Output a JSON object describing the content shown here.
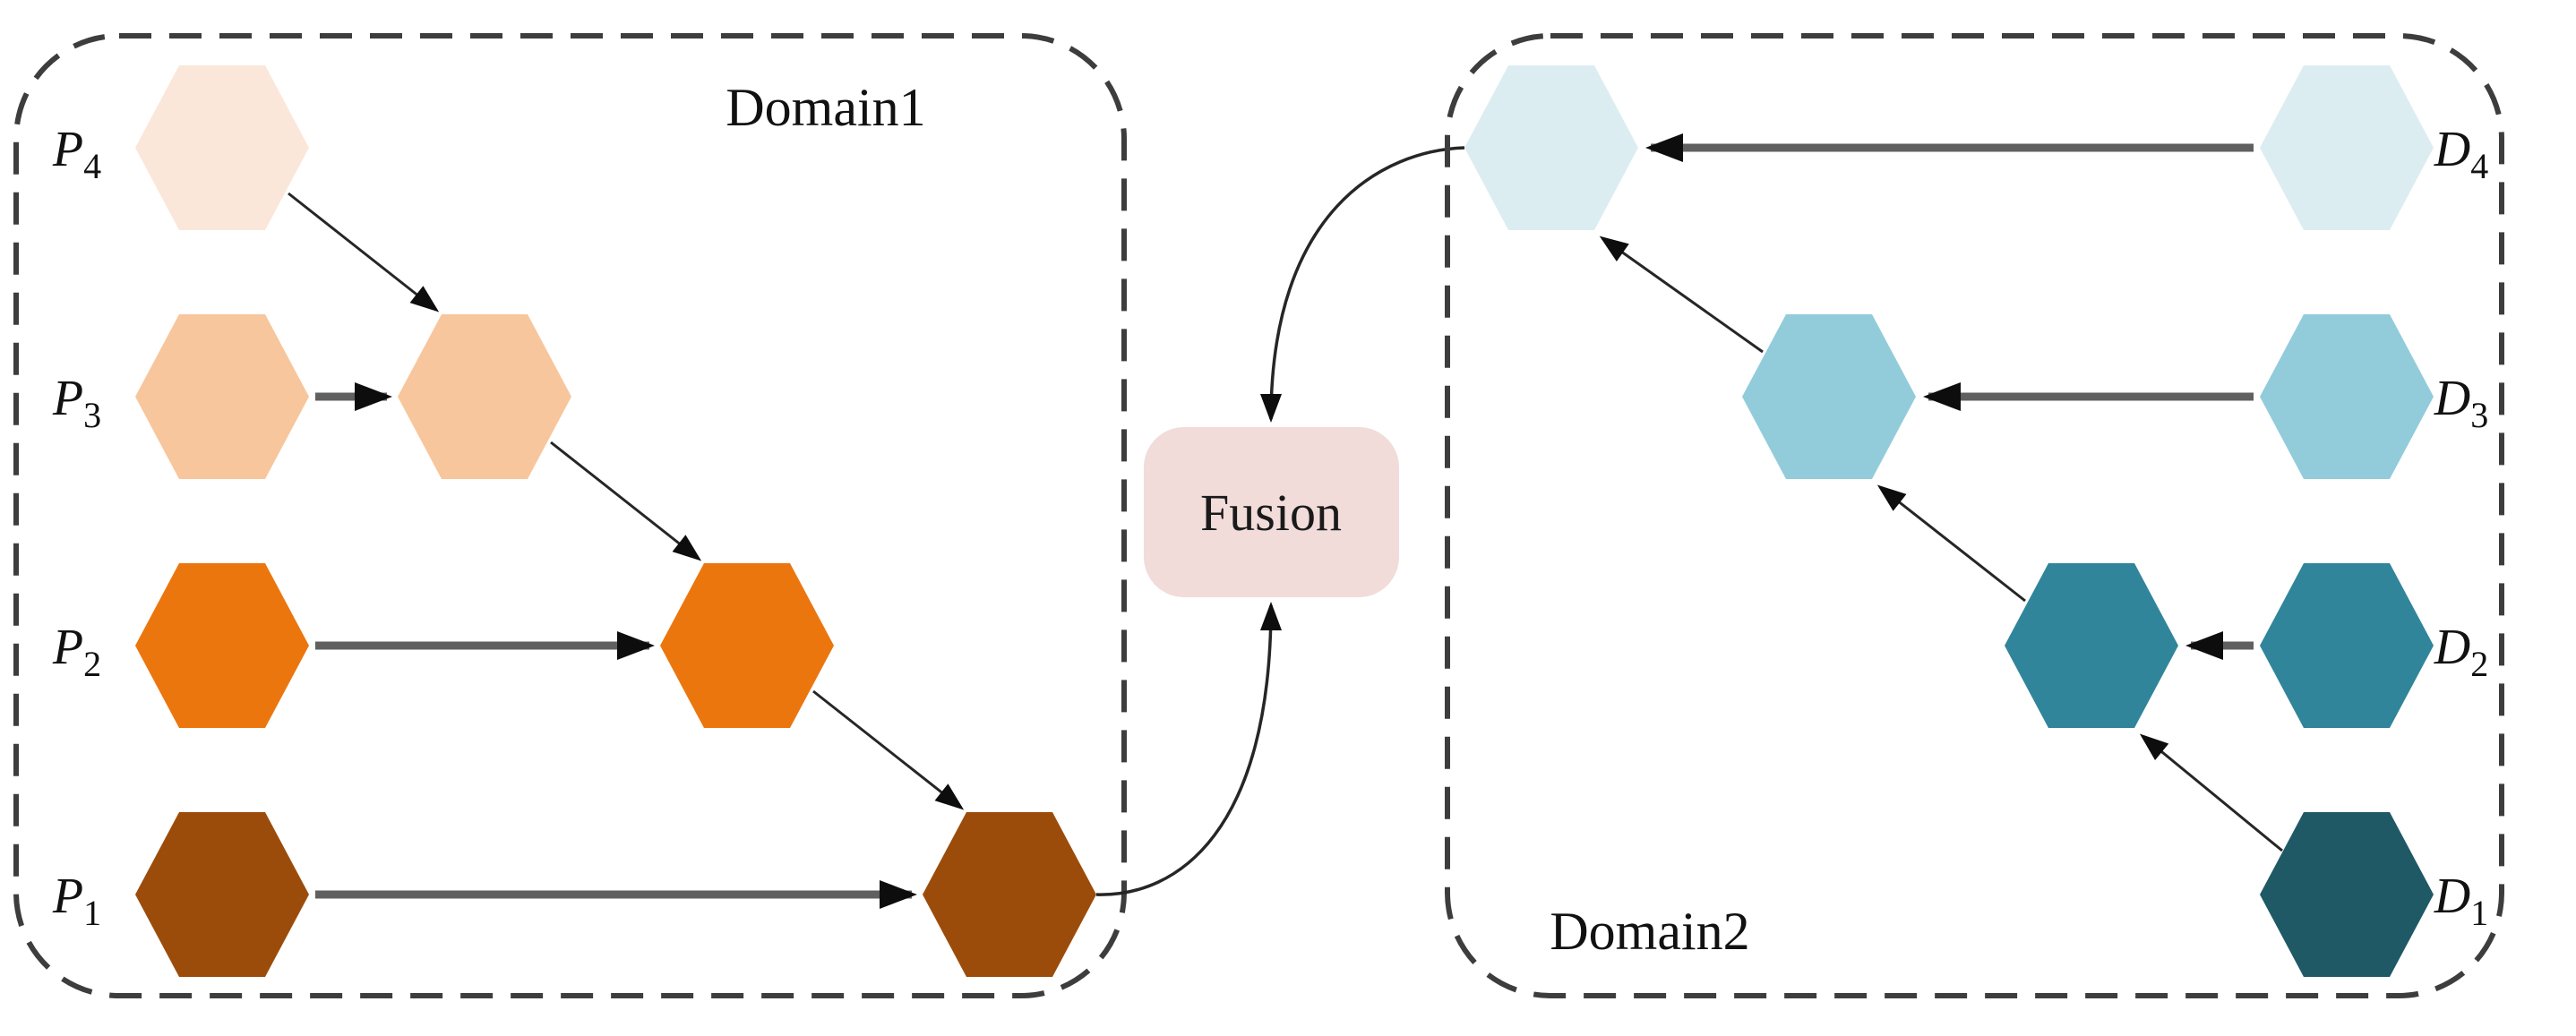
{
  "fusion": {
    "label": "Fusion",
    "color": "#f1dcda"
  },
  "style": {
    "border_color": "#3d3d3d",
    "arrow_color": "#262626",
    "shaft_color": "#606060"
  },
  "domain1": {
    "title": "Domain1",
    "rows": [
      {
        "letter": "P",
        "sub": "4",
        "color": "#fbe7d9"
      },
      {
        "letter": "P",
        "sub": "3",
        "color": "#f8c69c"
      },
      {
        "letter": "P",
        "sub": "2",
        "color": "#ec760e"
      },
      {
        "letter": "P",
        "sub": "1",
        "color": "#9c4c0a"
      }
    ]
  },
  "domain2": {
    "title": "Domain2",
    "rows": [
      {
        "letter": "D",
        "sub": "4",
        "color": "#dcedf2"
      },
      {
        "letter": "D",
        "sub": "3",
        "color": "#92ccdb"
      },
      {
        "letter": "D",
        "sub": "2",
        "color": "#30859a"
      },
      {
        "letter": "D",
        "sub": "1",
        "color": "#1f5966"
      }
    ]
  }
}
